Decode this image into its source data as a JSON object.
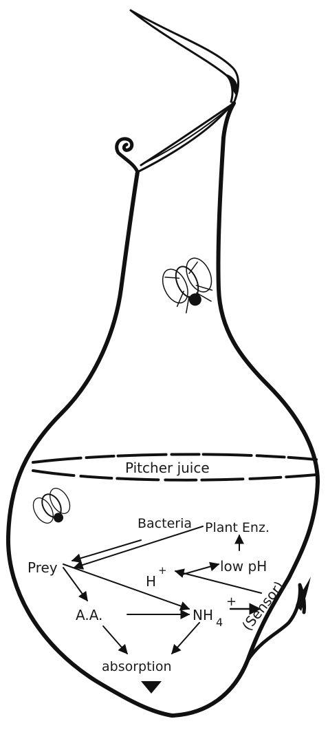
{
  "labels": {
    "pitcher_juice": "Pitcher juice",
    "bacteria": "Bacteria",
    "plant_enzymes": "Plant Enz.",
    "prey": "Prey",
    "proton": "H",
    "proton_charge": "+",
    "low_ph": "low pH",
    "sensor": "(Sensor)",
    "amino_acids": "A.A.",
    "ammonium": "NH",
    "ammonium_subscript": "4",
    "ammonium_charge": "+",
    "absorption": "absorption"
  },
  "colors": {
    "ink": "#111111",
    "background": "#ffffff"
  }
}
